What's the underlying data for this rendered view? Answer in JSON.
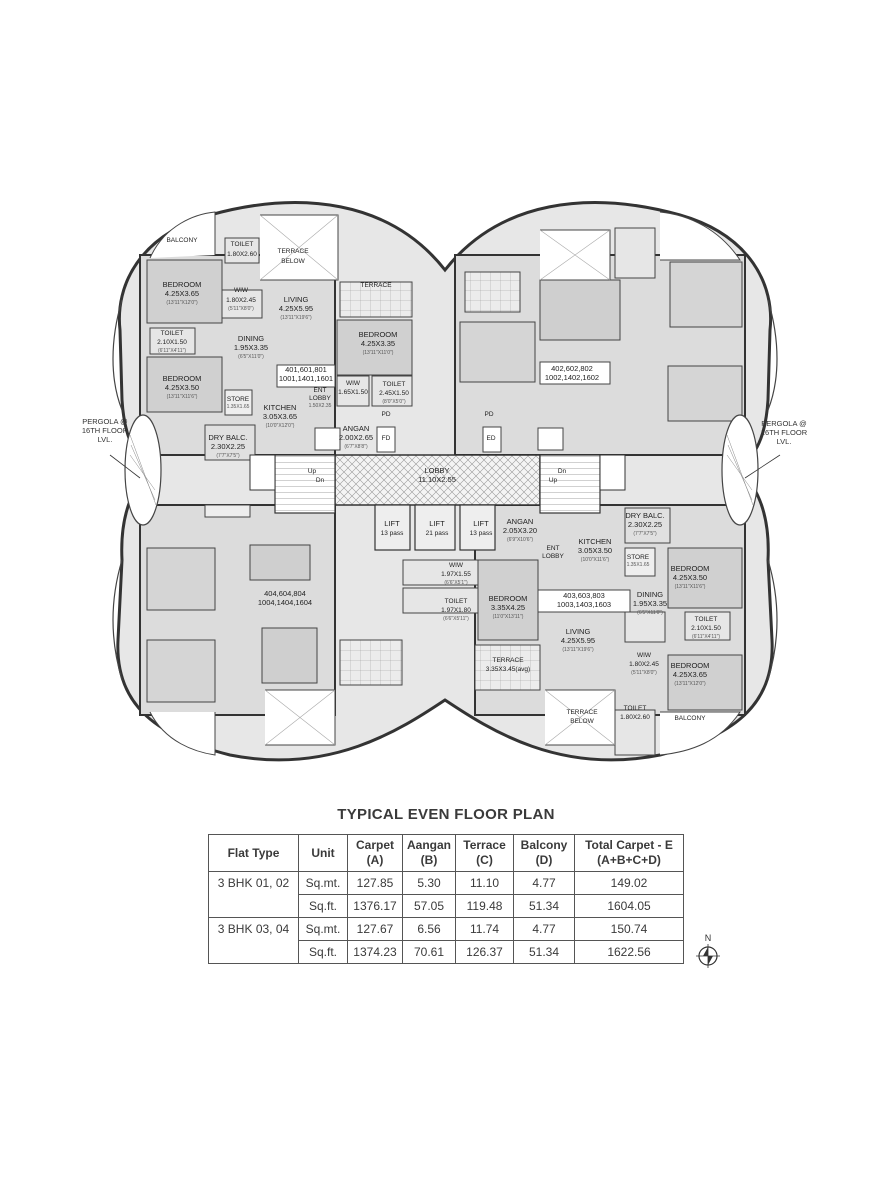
{
  "plan": {
    "title": "TYPICAL EVEN FLOOR PLAN",
    "north_label": "N",
    "pergola": [
      "PERGOLA @",
      "16TH FLOOR",
      "LVL."
    ],
    "rooms": {
      "balcony": "BALCONY",
      "toilet1": "TOILET",
      "toilet1_dim": "1.80X2.60",
      "terrace_below": "TERRACE",
      "terrace_below2": "BELOW",
      "bedroom1": "BEDROOM",
      "bedroom1_dim": "4.25X3.65",
      "bedroom1_ft": "(13'11\"X12'0\")",
      "wiw": "WIW",
      "wiw_dim": "1.80X2.45",
      "wiw_ft": "(5'11\"X8'0\")",
      "living": "LIVING",
      "living_dim": "4.25X5.95",
      "living_ft": "(13'11\"X19'6\")",
      "toilet2": "TOILET",
      "toilet2_dim": "2.10X1.50",
      "toilet2_ft": "(6'11\"X4'11\")",
      "dining": "DINING",
      "dining_dim": "1.95X3.35",
      "dining_ft": "(6'5\"X11'0\")",
      "bedroom2": "BEDROOM",
      "bedroom2_dim": "4.25X3.50",
      "bedroom2_ft": "(13'11\"X11'6\")",
      "store": "STORE",
      "store_dim": "1.35X1.65",
      "kitchen": "KITCHEN",
      "kitchen_dim": "3.05X3.65",
      "kitchen_ft": "(10'0\"X12'0\")",
      "dry_balc": "DRY BALC.",
      "dry_balc_dim": "2.30X2.25",
      "dry_balc_ft": "(7'7\"X7'5\")",
      "terrace": "TERRACE",
      "bedroom3": "BEDROOM",
      "bedroom3_dim": "4.25X3.35",
      "bedroom3_ft": "(13'11\"X11'0\")",
      "wiw2": "WIW",
      "wiw2_dim": "1.65X1.50",
      "toilet3": "TOILET",
      "toilet3_dim": "2.45X1.50",
      "toilet3_ft": "(8'0\"X5'0\")",
      "ent_lobby": "ENT",
      "ent_lobby2": "LOBBY",
      "ent_lobby_dim": "1.50X2.35",
      "angan": "ANGAN",
      "angan_dim": "2.00X2.65",
      "angan_ft": "(6'7\"X8'8\")",
      "pd": "PD",
      "fd": "FD",
      "ed": "ED",
      "lobby": "LOBBY",
      "lobby_dim": "11.10X2.55",
      "lift": "LIFT",
      "lift_pass_a": "13 pass",
      "lift_pass_b": "21 pass",
      "up": "Up",
      "dn": "Dn",
      "angan_b": "ANGAN",
      "angan_b_dim": "2.05X3.20",
      "angan_b_ft": "(6'9\"X10'6\")",
      "wiw_b": "WIW",
      "wiw_b_dim": "1.97X1.55",
      "wiw_b_ft": "(6'6\"X5'1\")",
      "toilet_b": "TOILET",
      "toilet_b_dim": "1.97X1.80",
      "toilet_b_ft": "(6'6\"X5'11\")",
      "bedroom_b": "BEDROOM",
      "bedroom_b_dim": "3.35X4.25",
      "bedroom_b_ft": "(11'0\"X13'11\")",
      "terrace_b": "TERRACE",
      "terrace_b_dim": "3.35X3.45(avg)",
      "kitchen_b": "KITCHEN",
      "kitchen_b_dim": "3.05X3.50",
      "kitchen_b_ft": "(10'0\"X11'6\")",
      "dry_balc_b": "DRY BALC.",
      "dry_balc_b_dim": "2.30X2.25",
      "dry_balc_b_ft": "(7'7\"X7'5\")",
      "store_b": "STORE",
      "store_b_dim": "1.35X1.65",
      "bedroom_c": "BEDROOM",
      "bedroom_c_dim": "4.25X3.50",
      "bedroom_c_ft": "(13'11\"X11'6\")",
      "dining_b": "DINING",
      "dining_b_dim": "1.95X3.35",
      "dining_b_ft": "(6'5\"X11'0\")",
      "living_b": "LIVING",
      "living_b_dim": "4.25X5.95",
      "living_b_ft": "(13'11\"X19'6\")",
      "toilet_c": "TOILET",
      "toilet_c_dim": "2.10X1.50",
      "toilet_c_ft": "(6'11\"X4'11\")",
      "wiw_c": "WIW",
      "wiw_c_dim": "1.80X2.45",
      "wiw_c_ft": "(5'11\"X8'0\")",
      "bedroom_d": "BEDROOM",
      "bedroom_d_dim": "4.25X3.65",
      "bedroom_d_ft": "(13'11\"X12'0\")",
      "toilet_d": "TOILET",
      "toilet_d_dim": "1.80X2.60",
      "balcony_b": "BALCONY",
      "terrace_below_b": "TERRACE",
      "terrace_below_b2": "BELOW"
    },
    "flats": {
      "f1_a": "401,601,801",
      "f1_b": "1001,1401,1601",
      "f2_a": "402,602,802",
      "f2_b": "1002,1402,1602",
      "f3_a": "403,603,803",
      "f3_b": "1003,1403,1603",
      "f4_a": "404,604,804",
      "f4_b": "1004,1404,1604"
    }
  },
  "table": {
    "headers": [
      "Flat Type",
      "Unit",
      "Carpet",
      "(A)",
      "Aangan",
      "(B)",
      "Terrace",
      "(C)",
      "Balcony",
      "(D)",
      "Total Carpet - E",
      "(A+B+C+D)"
    ],
    "rows": [
      [
        "3 BHK 01, 02",
        "Sq.mt.",
        "127.85",
        "5.30",
        "11.10",
        "4.77",
        "149.02"
      ],
      [
        "",
        "Sq.ft.",
        "1376.17",
        "57.05",
        "119.48",
        "51.34",
        "1604.05"
      ],
      [
        "3 BHK 03, 04",
        "Sq.mt.",
        "127.67",
        "6.56",
        "11.74",
        "4.77",
        "150.74"
      ],
      [
        "",
        "Sq.ft.",
        "1374.23",
        "70.61",
        "126.37",
        "51.34",
        "1622.56"
      ]
    ]
  }
}
